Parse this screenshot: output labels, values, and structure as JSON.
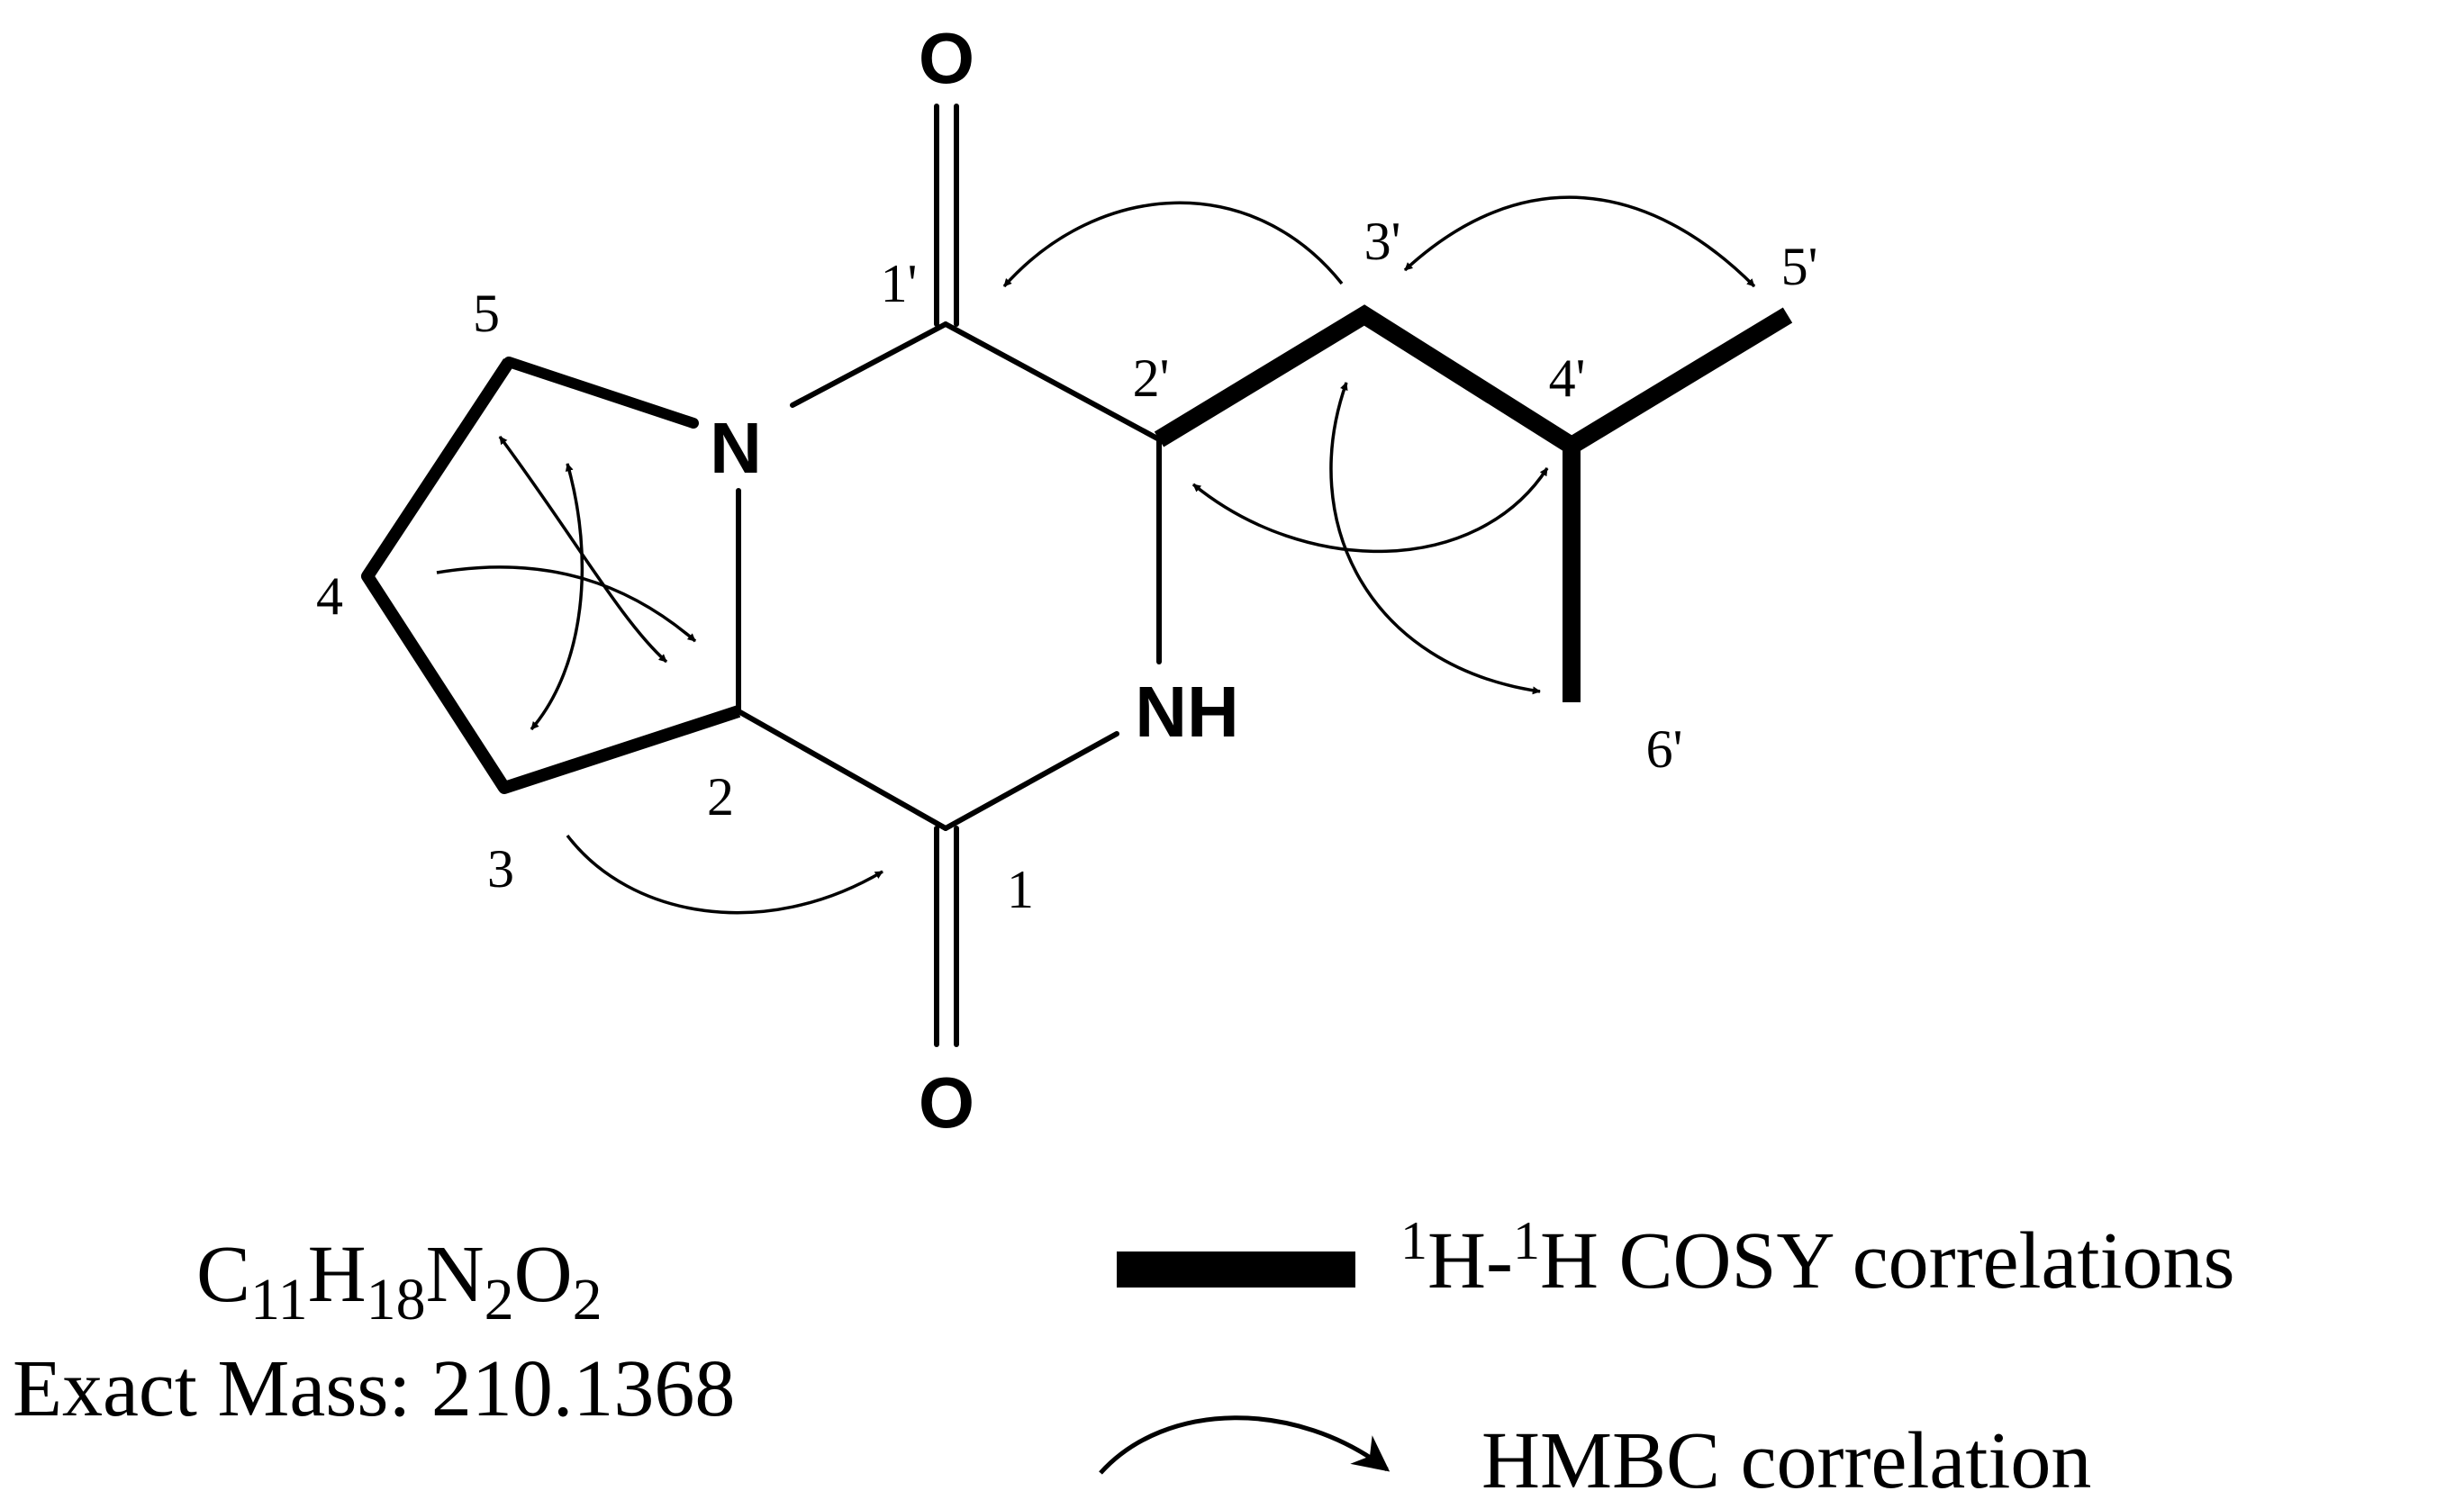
{
  "atoms": {
    "o_top": "O",
    "o_bottom": "O",
    "n_ring": "N",
    "nh": "NH"
  },
  "labels": {
    "c1": "1",
    "c2": "2",
    "c3": "3",
    "c4": "4",
    "c5": "5",
    "c1p": "1'",
    "c2p": "2'",
    "c3p": "3'",
    "c4p": "4'",
    "c5p": "5'",
    "c6p": "6'"
  },
  "formula": {
    "C": "C",
    "C_sub": "11",
    "H": "H",
    "H_sub": "18",
    "N": "N",
    "N_sub": "2",
    "O": "O",
    "O_sub": "2"
  },
  "exact_mass": "Exact Mass: 210.1368",
  "legend": {
    "cosy_sup1": "1",
    "cosy_h1": "H-",
    "cosy_sup2": "1",
    "cosy_rest": "H COSY correlations",
    "hmbc": "HMBC correlation"
  }
}
